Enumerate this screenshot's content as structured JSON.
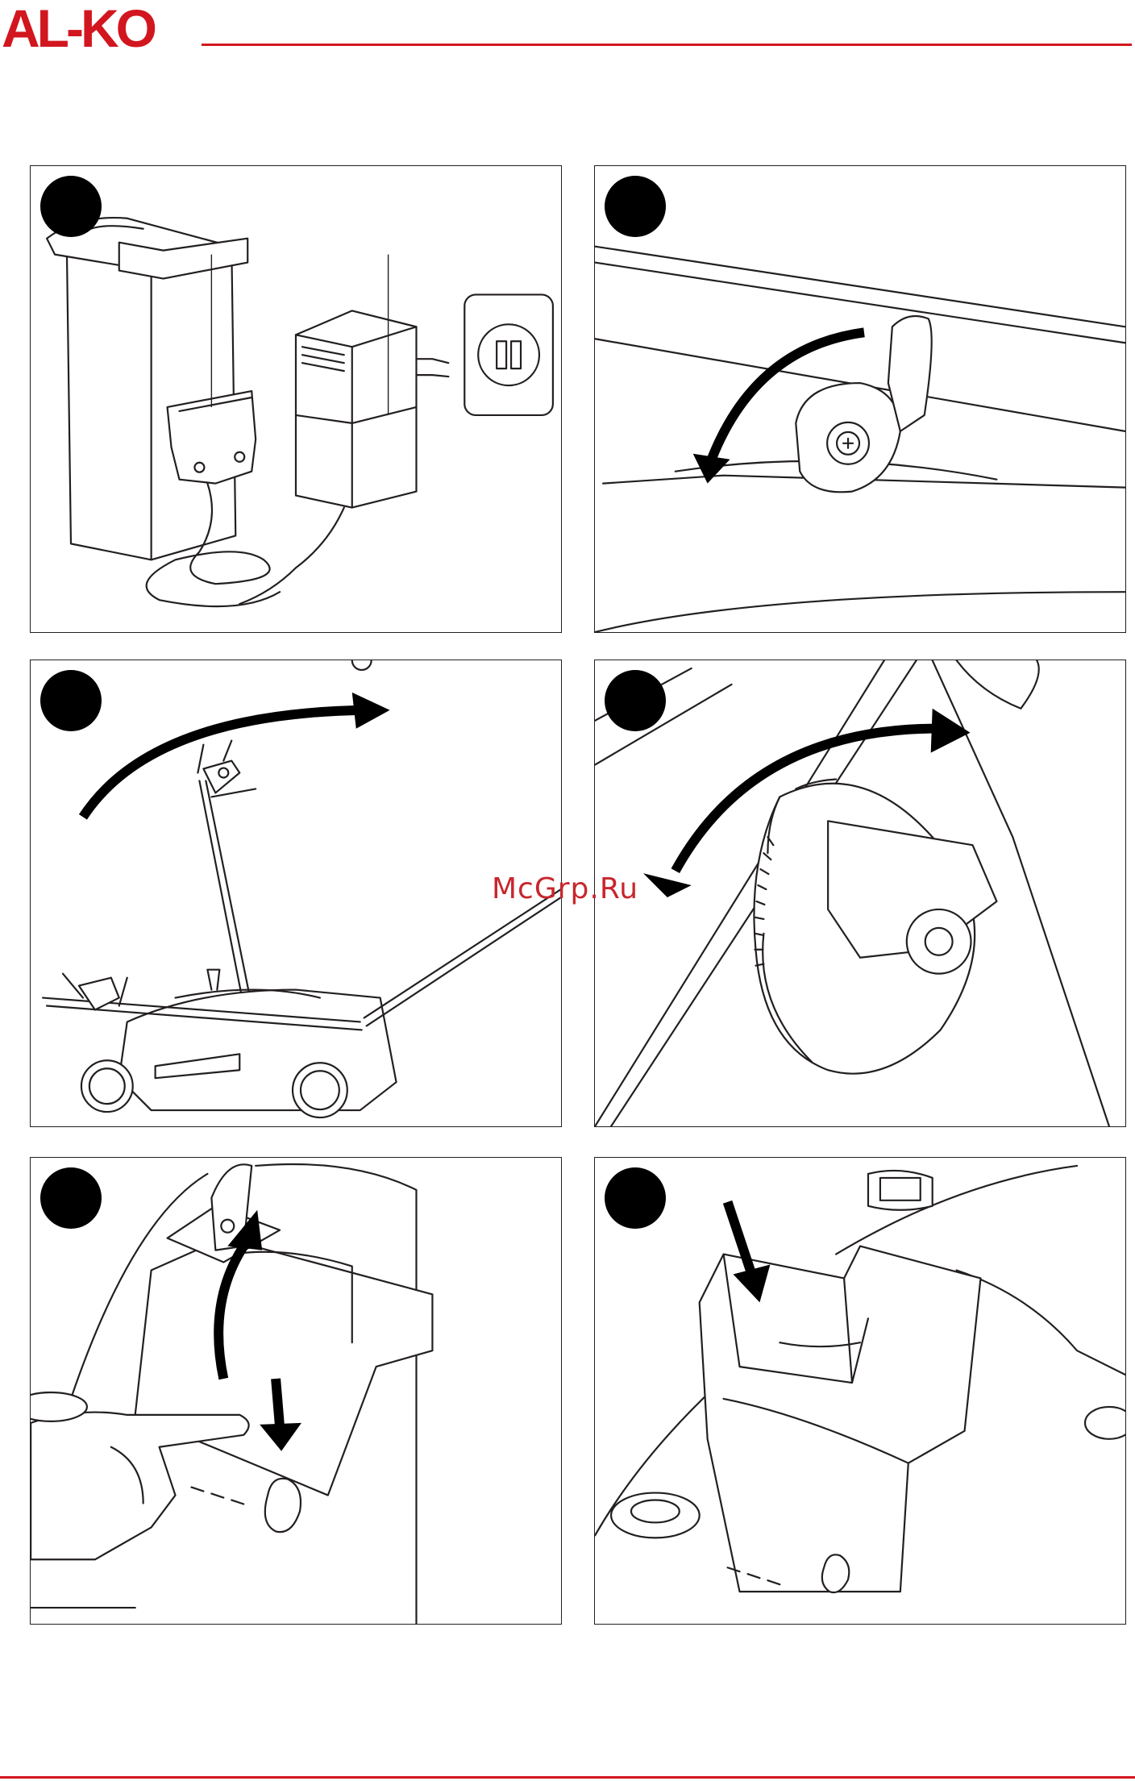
{
  "brand": {
    "logo_text": "AL-KO",
    "accent_color": "#d2161f"
  },
  "watermark": {
    "text": "McGrp.Ru",
    "color": "#c8262c"
  },
  "panels": [
    {
      "id": "1",
      "subject": "battery-charger-icon"
    },
    {
      "id": "2",
      "subject": "handle-clamp-lever-icon"
    },
    {
      "id": "3",
      "subject": "fold-handle-icon"
    },
    {
      "id": "4",
      "subject": "adjust-knob-icon"
    },
    {
      "id": "5",
      "subject": "open-battery-cover-icon"
    },
    {
      "id": "6",
      "subject": "insert-battery-icon"
    }
  ]
}
